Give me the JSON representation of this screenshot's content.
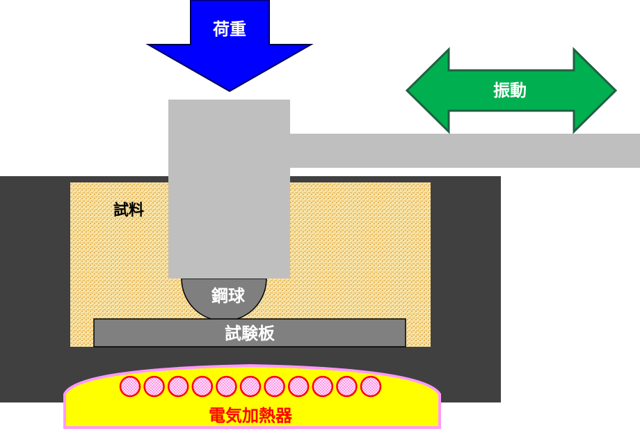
{
  "labels": {
    "load": "荷重",
    "vibration": "振動",
    "sample": "試料",
    "steel_ball": "鋼球",
    "test_plate": "試験板",
    "heater": "電気加熱器"
  },
  "colors": {
    "load_arrow": "#0000ff",
    "vibration_arrow": "#00b050",
    "vibration_arrow_border": "#1f6040",
    "container": "#404040",
    "sample": "#f7e7b0",
    "sample_dots": "#e8a020",
    "rod": "#bfbfbf",
    "ball": "#7f7f7f",
    "plate": "#808080",
    "heater_fill": "#ffff00",
    "heater_border": "#ff99ff",
    "coil_border": "#ff0000",
    "heater_text": "#ff0000"
  },
  "heater_coil_count": 11
}
